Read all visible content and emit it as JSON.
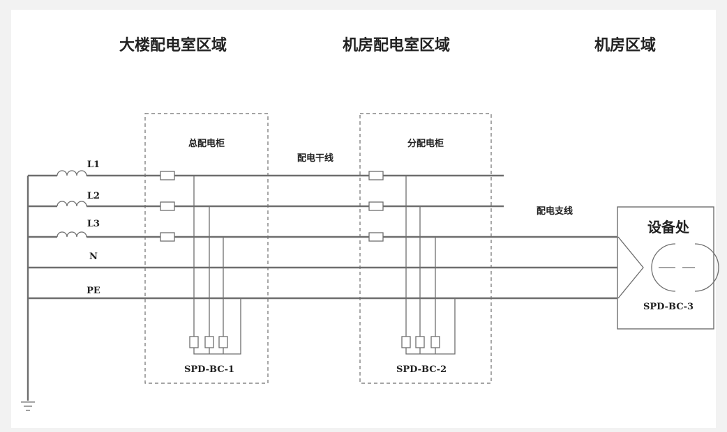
{
  "zones": {
    "building_room": "大楼配电室区域",
    "machine_room_distribution": "机房配电室区域",
    "machine_room": "机房区域"
  },
  "panels": {
    "main": "总配电柜",
    "sub": "分配电柜"
  },
  "lines": {
    "trunk": "配电干线",
    "branch": "配电支线"
  },
  "conductors": [
    "L1",
    "L2",
    "L3",
    "N",
    "PE"
  ],
  "spd": {
    "spd1": "SPD-BC-1",
    "spd2": "SPD-BC-2",
    "spd3": "SPD-BC-3"
  },
  "equipment": {
    "title": "设备处"
  }
}
